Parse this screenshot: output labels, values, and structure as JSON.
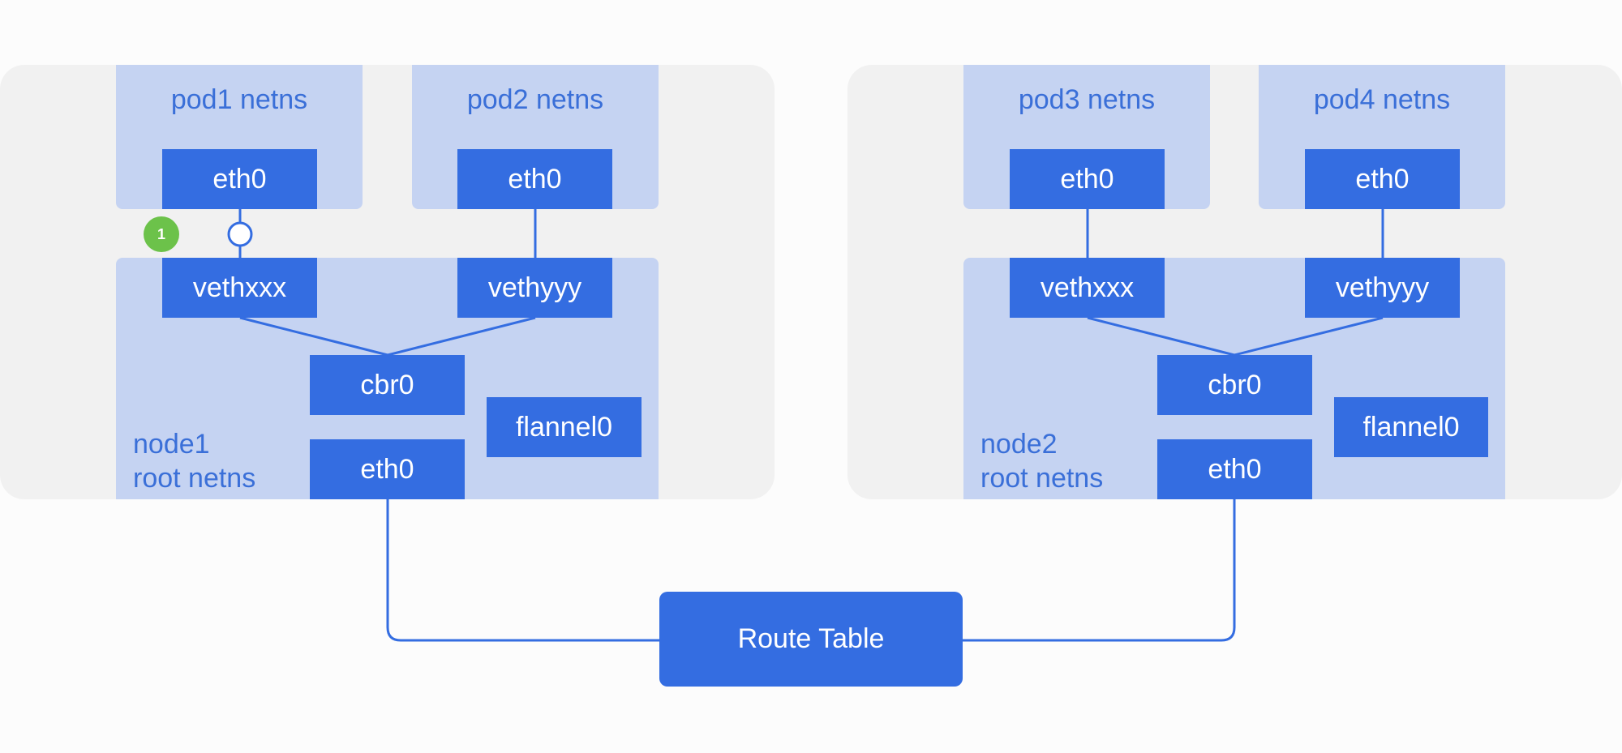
{
  "nodes": [
    {
      "label_line1": "node1",
      "label_line2": "root netns",
      "pods": [
        {
          "label": "pod1 netns",
          "iface": "eth0"
        },
        {
          "label": "pod2 netns",
          "iface": "eth0"
        }
      ],
      "veths": [
        "vethxxx",
        "vethyyy"
      ],
      "bridge": "cbr0",
      "overlay": "flannel0",
      "nic": "eth0"
    },
    {
      "label_line1": "node2",
      "label_line2": "root netns",
      "pods": [
        {
          "label": "pod3 netns",
          "iface": "eth0"
        },
        {
          "label": "pod4 netns",
          "iface": "eth0"
        }
      ],
      "veths": [
        "vethxxx",
        "vethyyy"
      ],
      "bridge": "cbr0",
      "overlay": "flannel0",
      "nic": "eth0"
    }
  ],
  "route_table": "Route Table",
  "step_badge": "1",
  "colors": {
    "interface": "#346de1",
    "netns": "#c5d3f2",
    "panel": "#f1f1f1",
    "badge": "#6cc24a",
    "label": "#3a6fd8"
  }
}
